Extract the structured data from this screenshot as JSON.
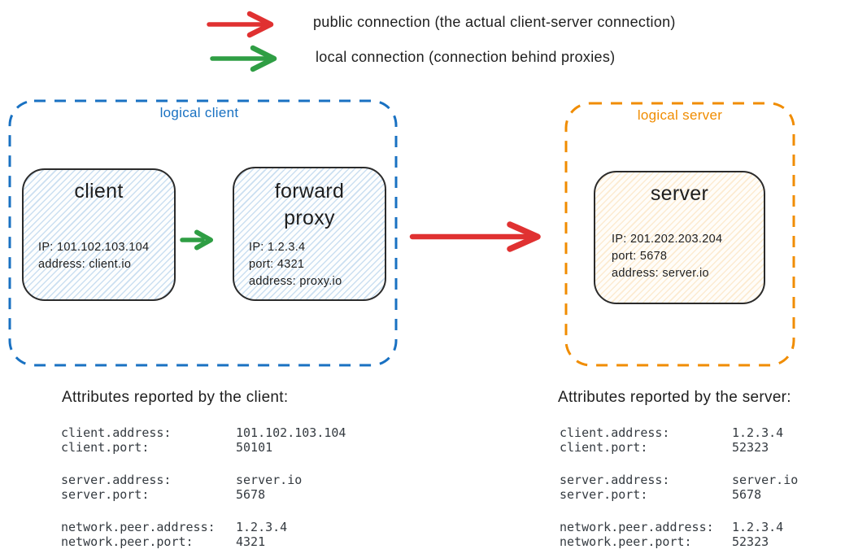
{
  "colors": {
    "red": "#e03131",
    "green": "#2f9e44",
    "blue": "#1971c2",
    "orange": "#f08c00"
  },
  "legend": {
    "public": {
      "label": "public connection (the actual client-server connection)"
    },
    "local": {
      "label": "local connection (connection behind proxies)"
    }
  },
  "logical_client": {
    "label": "logical client",
    "client_node": {
      "title": "client",
      "lines": [
        "IP: 101.102.103.104",
        "address: client.io"
      ]
    },
    "proxy_node": {
      "title_lines": [
        "forward",
        "proxy"
      ],
      "lines": [
        "IP: 1.2.3.4",
        "port: 4321",
        "address: proxy.io"
      ]
    }
  },
  "logical_server": {
    "label": "logical server",
    "server_node": {
      "title": "server",
      "lines": [
        "IP: 201.202.203.204",
        "port: 5678",
        "address: server.io"
      ]
    }
  },
  "client_attributes": {
    "heading": "Attributes reported by the client:",
    "groups": [
      [
        {
          "key": "client.address:",
          "value": "101.102.103.104"
        },
        {
          "key": "client.port:",
          "value": "50101"
        }
      ],
      [
        {
          "key": "server.address:",
          "value": "server.io"
        },
        {
          "key": "server.port:",
          "value": "5678"
        }
      ],
      [
        {
          "key": "network.peer.address:",
          "value": "1.2.3.4"
        },
        {
          "key": "network.peer.port:",
          "value": "4321"
        }
      ]
    ]
  },
  "server_attributes": {
    "heading": "Attributes reported by the server:",
    "groups": [
      [
        {
          "key": "client.address:",
          "value": "1.2.3.4"
        },
        {
          "key": "client.port:",
          "value": "52323"
        }
      ],
      [
        {
          "key": "server.address:",
          "value": "server.io"
        },
        {
          "key": "server.port:",
          "value": "5678"
        }
      ],
      [
        {
          "key": "network.peer.address:",
          "value": "1.2.3.4"
        },
        {
          "key": "network.peer.port:",
          "value": "52323"
        }
      ]
    ]
  }
}
